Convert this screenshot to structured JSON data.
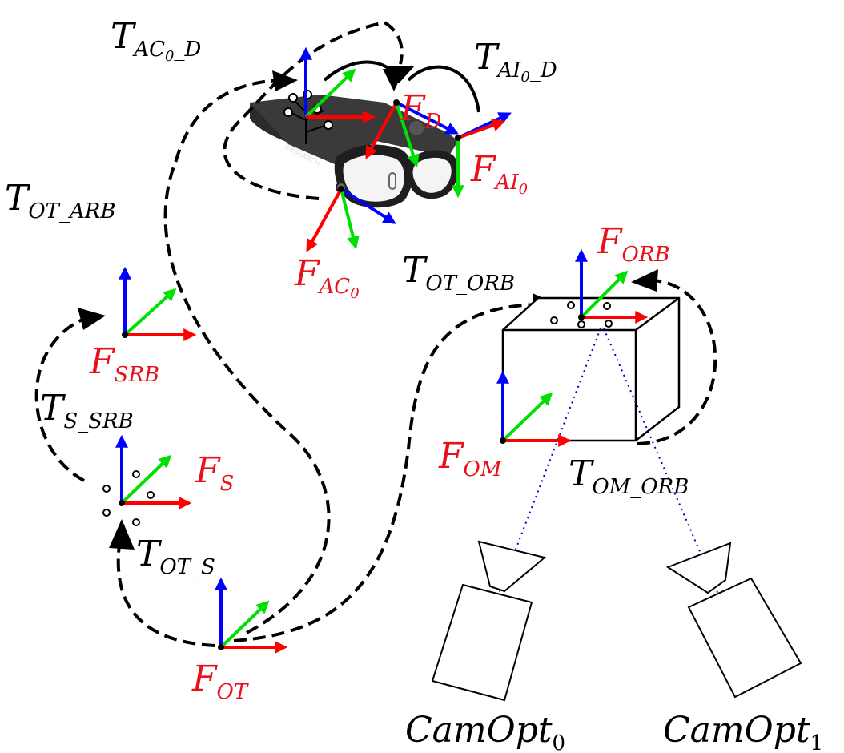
{
  "colors": {
    "x_axis": "#ff0000",
    "y_axis": "#00e000",
    "z_axis": "#0000ff",
    "frame_label": "#e8101a",
    "transform": "#000000",
    "ray": "#0000cc"
  },
  "transforms": {
    "ac0_d": {
      "main": "T",
      "sub": "AC",
      "sub_idx": "0",
      "sub_tail": "_D"
    },
    "ai0_d": {
      "main": "T",
      "sub": "AI",
      "sub_idx": "0",
      "sub_tail": "_D"
    },
    "ot_arb": {
      "main": "T",
      "sub": "OT_ARB"
    },
    "ot_orb": {
      "main": "T",
      "sub": "OT_ORB"
    },
    "s_srb": {
      "main": "T",
      "sub": "S_SRB"
    },
    "ot_s": {
      "main": "T",
      "sub": "OT_S"
    },
    "om_orb": {
      "main": "T",
      "sub": "OM_ORB"
    }
  },
  "frames": {
    "d": {
      "main": "F",
      "sub": "D"
    },
    "ai0": {
      "main": "F",
      "sub": "AI",
      "sub_idx": "0"
    },
    "ac0": {
      "main": "F",
      "sub": "AC",
      "sub_idx": "0"
    },
    "orb": {
      "main": "F",
      "sub": "ORB"
    },
    "srb": {
      "main": "F",
      "sub": "SRB"
    },
    "s": {
      "main": "F",
      "sub": "S"
    },
    "om": {
      "main": "F",
      "sub": "OM"
    },
    "ot": {
      "main": "F",
      "sub": "OT"
    }
  },
  "cameras": {
    "cam0": {
      "main": "CamOpt",
      "sub": "0"
    },
    "cam1": {
      "main": "CamOpt",
      "sub": "1"
    }
  },
  "glasses_text": "RESEARCH"
}
